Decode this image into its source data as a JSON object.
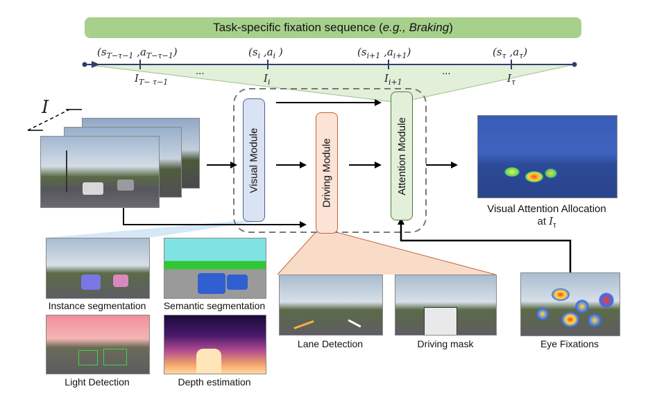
{
  "banner": {
    "prefix": "Task-specific fixation sequence (",
    "emphasis": "e.g., Braking",
    "suffix": ")"
  },
  "timeline": {
    "top_labels": [
      "(s_{T−τ−1}, a_{T−τ−1})",
      "(s_i, a_i)",
      "(s_{i+1}, a_{i+1})",
      "(s_τ, a_τ)"
    ],
    "bottom_labels": [
      "I_{T− τ−1}",
      "I_i",
      "I_{i+1}",
      "I_τ"
    ],
    "ellipses": [
      "...",
      "..."
    ]
  },
  "input_label": "I",
  "modules": {
    "visual": "Visual Module",
    "driving": "Driving Module",
    "attention": "Attention Module"
  },
  "output": {
    "caption_line1": "Visual Attention Allocation",
    "caption_line2": "at I_τ"
  },
  "visual_outputs": [
    "Instance segmentation",
    "Semantic segmentation",
    "Light Detection",
    "Depth estimation"
  ],
  "driving_outputs": [
    "Lane Detection",
    "Driving mask"
  ],
  "eye_fixations": "Eye Fixations",
  "colors": {
    "banner": "#a8d08d",
    "timeline_fill": "#e2efd9",
    "visual_module": "#dae3f3",
    "visual_border": "#4a5e99",
    "driving_module": "#fbe3d6",
    "driving_border": "#c0623a",
    "attention_module": "#e2efd9",
    "attention_border": "#4f7a3a",
    "visual_fan": "#d6e7f7",
    "driving_fan": "#f8dcc8"
  }
}
